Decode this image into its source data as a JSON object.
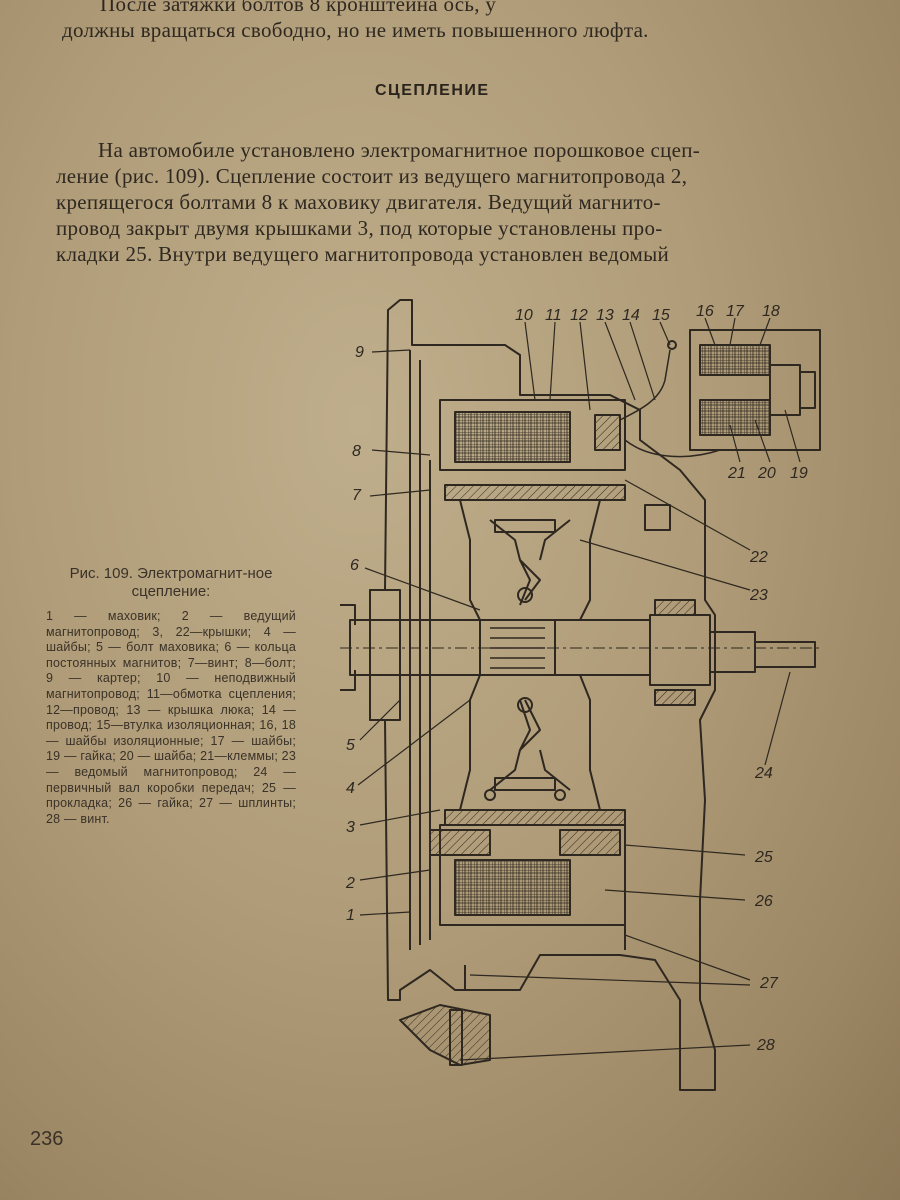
{
  "top_text": {
    "line1": "После затяжки болтов 8 кронштейна ось, у",
    "line2": "должны вращаться свободно, но не иметь повышенного люфта."
  },
  "section_title": "СЦЕПЛЕНИЕ",
  "paragraph": [
    "На автомобиле установлено электромагнитное порошковое сцеп-",
    "ление (рис. 109). Сцепление состоит из ведущего магнитопровода 2,",
    "крепящегося болтами 8 к маховику двигателя. Ведущий магнито-",
    "провод закрыт двумя крышками 3, под которые установлены про-",
    "кладки 25. Внутри ведущего магнитопровода установлен ведомый"
  ],
  "caption": {
    "title": "Рис. 109. Электромагнит-ное сцепление:",
    "body": "1 — маховик; 2 — ведущий магнитопровод; 3, 22—крышки; 4 — шайбы; 5 — болт маховика; 6 — кольца постоянных магнитов; 7—винт; 8—болт; 9 — картер; 10 — неподвижный магнитопровод; 11—обмотка сцепления; 12—провод; 13 — крышка люка; 14 — провод; 15—втулка изоляционная; 16, 18 — шайбы изоляционные; 17 — шайбы; 19 — гайка; 20 — шайба; 21—клеммы; 23 — ведомый магнитопровод; 24 — первичный вал коробки передач; 25 — прокладка; 26 — гайка; 27 — шплинты; 28 — винт."
  },
  "figure_labels": {
    "n1": "1",
    "n2": "2",
    "n3": "3",
    "n4": "4",
    "n5": "5",
    "n6": "6",
    "n7": "7",
    "n8": "8",
    "n9": "9",
    "n10": "10",
    "n11": "11",
    "n12": "12",
    "n13": "13",
    "n14": "14",
    "n15": "15",
    "n16": "16",
    "n17": "17",
    "n18": "18",
    "n19": "19",
    "n20": "20",
    "n21": "21",
    "n22": "22",
    "n23": "23",
    "n24": "24",
    "n25": "25",
    "n26": "26",
    "n27": "27",
    "n28": "28"
  },
  "page_number": "236",
  "colors": {
    "paper": "#b09c78",
    "ink": "#2e2820"
  }
}
